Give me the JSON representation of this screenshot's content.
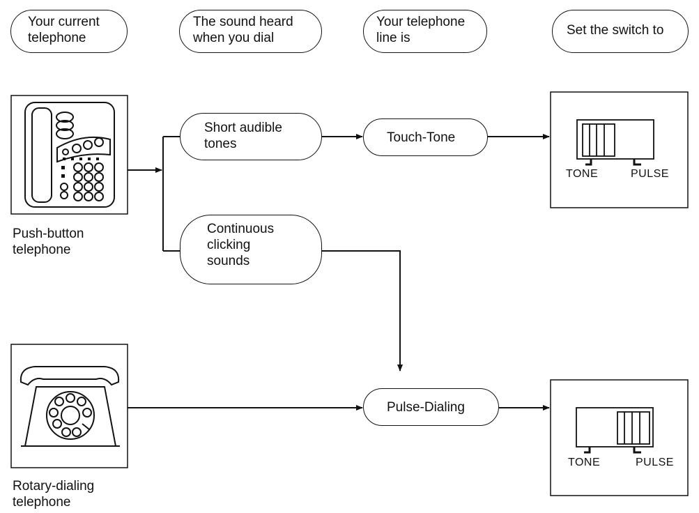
{
  "headers": {
    "current_telephone": "Your current\ntelephone",
    "sound_heard": "The sound heard\nwhen you dial",
    "line_is": "Your telephone\nline is",
    "set_switch": "Set the switch to"
  },
  "phones": {
    "push_button": "Push-button\ntelephone",
    "rotary": "Rotary-dialing\ntelephone"
  },
  "sounds": {
    "short_tones": "Short audible\ntones",
    "clicking": "Continuous\nclicking\nsounds"
  },
  "lines": {
    "touch_tone": "Touch-Tone",
    "pulse_dialing": "Pulse-Dialing"
  },
  "switches": {
    "top": {
      "tone_label": "TONE",
      "pulse_label": "PULSE",
      "position": "TONE"
    },
    "bottom": {
      "tone_label": "TONE",
      "pulse_label": "PULSE",
      "position": "PULSE"
    }
  },
  "colors": {
    "ink": "#111111",
    "background": "#ffffff"
  }
}
